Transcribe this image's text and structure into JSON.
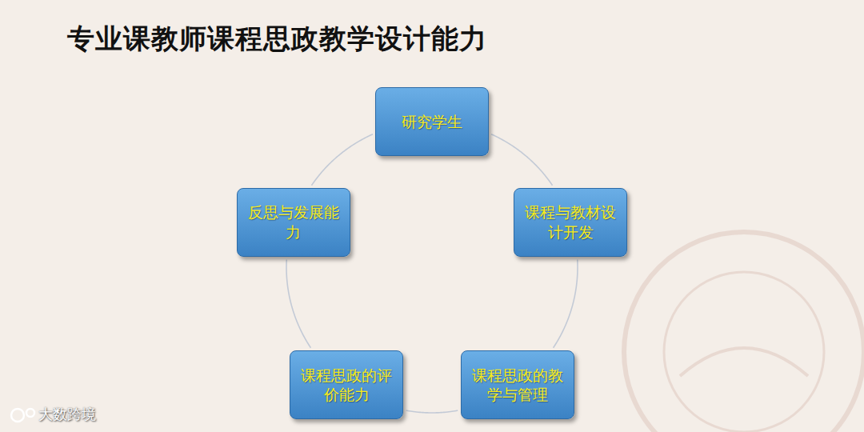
{
  "diagram": {
    "title": "专业课教师课程思政教学设计能力",
    "nodes": [
      {
        "text": [
          "研究学生"
        ]
      },
      {
        "text": [
          "课程与教材设计开发"
        ]
      },
      {
        "text": [
          "课程思政的教学与管理"
        ]
      },
      {
        "text": [
          "课程思政的评价能力"
        ]
      },
      {
        "text": [
          "反思与发展能力"
        ]
      }
    ],
    "edges": [
      {
        "from": 0,
        "to": 1,
        "arrow": "none"
      },
      {
        "from": 1,
        "to": 2,
        "arrow": "none"
      },
      {
        "from": 2,
        "to": 3,
        "arrow": "none"
      },
      {
        "from": 3,
        "to": 4,
        "arrow": "none"
      },
      {
        "from": 4,
        "to": 0,
        "arrow": "none"
      }
    ],
    "labels": [
      "大数跨境"
    ]
  }
}
